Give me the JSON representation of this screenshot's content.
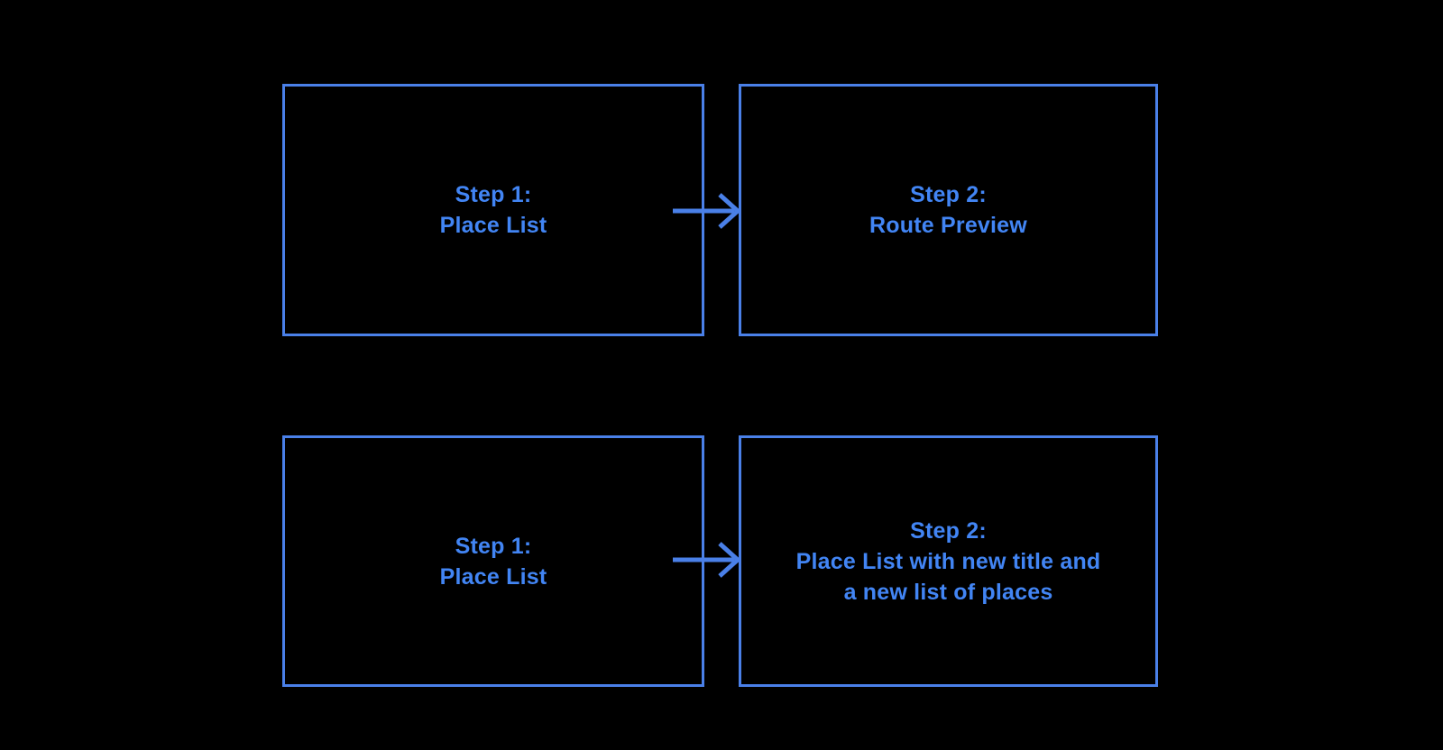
{
  "colors": {
    "background": "#000000",
    "box_border": "#4A80E8",
    "label_text": "#4285F4",
    "arrow": "#4A80E8"
  },
  "diagram": {
    "flow_rows": [
      {
        "source": {
          "line1": "Step 1:",
          "line2": "Place List"
        },
        "connector": "arrow-right",
        "target": {
          "line1": "Step 2:",
          "line2": "Route Preview"
        }
      },
      {
        "source": {
          "line1": "Step 1:",
          "line2": "Place List"
        },
        "connector": "arrow-right",
        "target": {
          "line1": "Step 2:",
          "line2": "Place List with new title and",
          "line3": "a new list of places"
        }
      }
    ]
  }
}
